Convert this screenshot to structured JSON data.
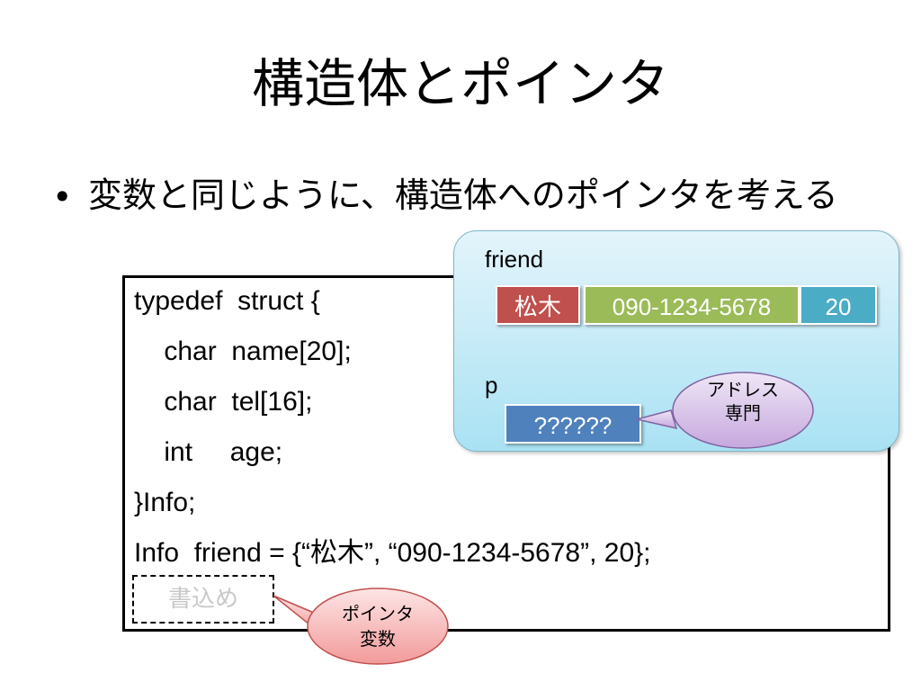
{
  "slide": {
    "title": "構造体とポインタ",
    "bullet_symbol": "•",
    "bullet_text": "変数と同じように、構造体へのポインタを考える"
  },
  "code": {
    "lines": [
      "typedef  struct {",
      "    char  name[20];",
      "    char  tel[16];",
      "    int     age;",
      "}Info;",
      "Info  friend = {“松木”, “090-1234-5678”, 20};"
    ],
    "write_placeholder": "書込め"
  },
  "memory": {
    "friend_label": "friend",
    "fields": [
      "松木",
      "090-1234-5678",
      "20"
    ],
    "pointer_label": "p",
    "pointer_value": "??????",
    "colors": {
      "name_cell": "#c0504d",
      "tel_cell": "#9bbb59",
      "age_cell": "#4bacc6",
      "pointer_cell": "#4f81bd",
      "panel": "#a9e2f3"
    }
  },
  "callouts": {
    "address_only": "アドレス\n専門",
    "pointer_variable": "ポインタ\n変数"
  }
}
